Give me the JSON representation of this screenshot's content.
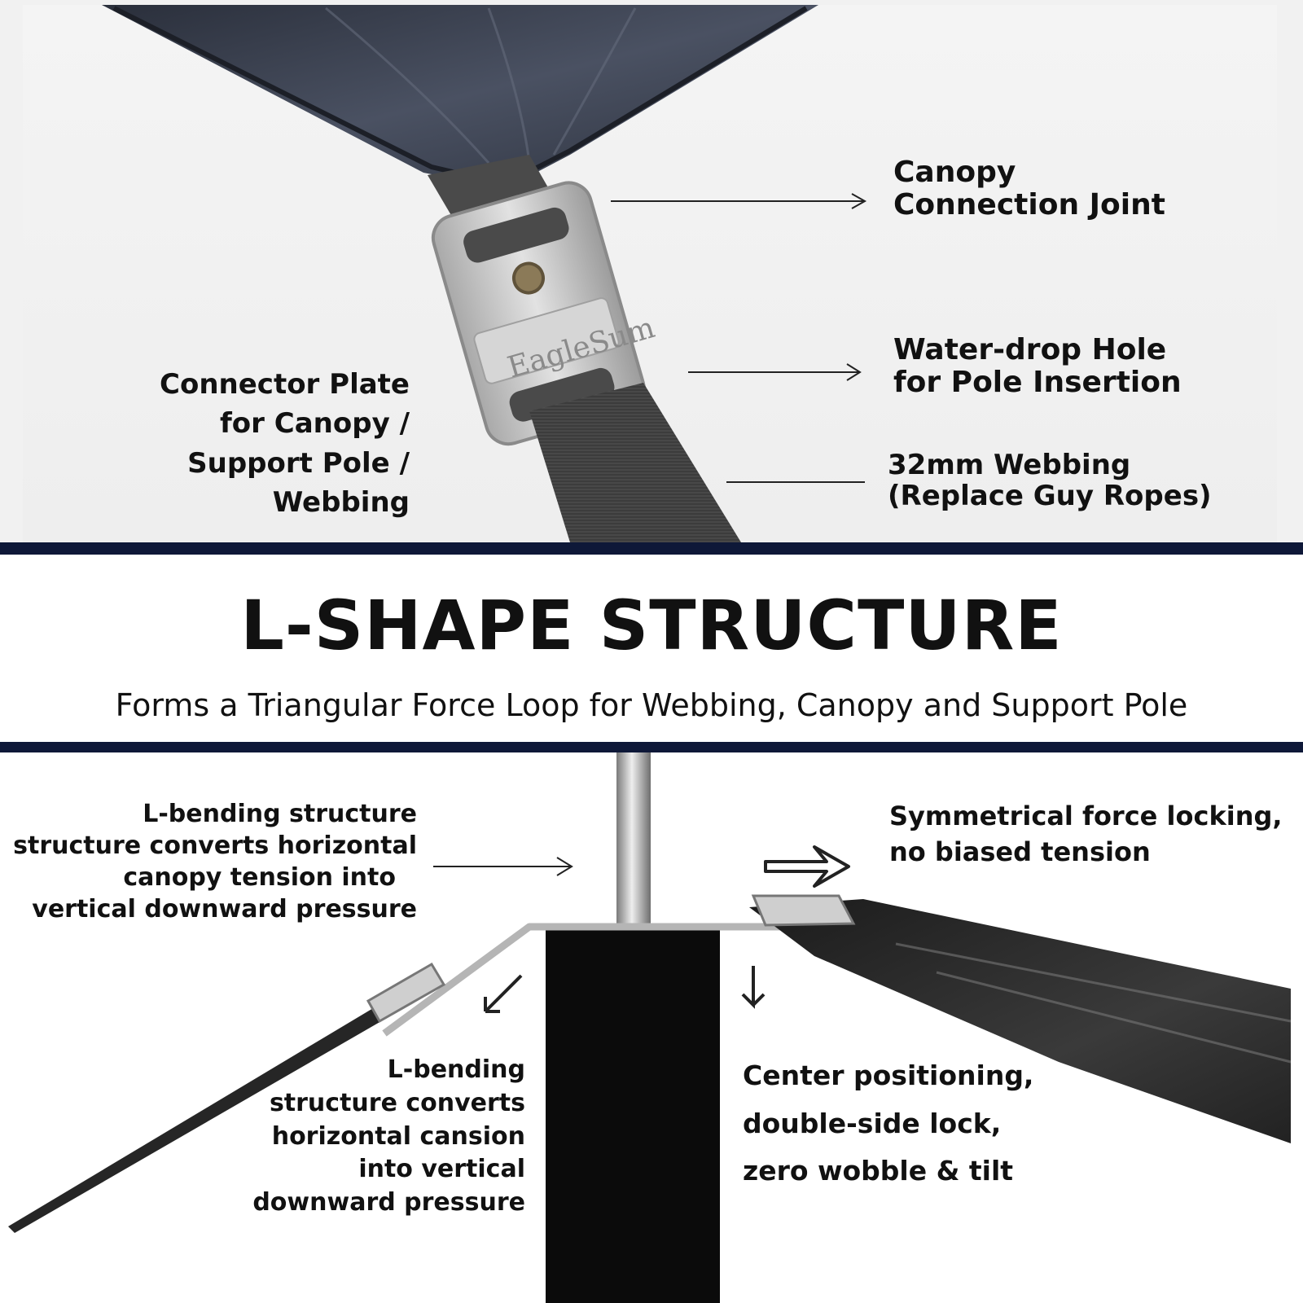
{
  "top": {
    "brand_text": "EagleSum",
    "canopy_joint": {
      "line1": "Canopy",
      "line2": "Connection Joint"
    },
    "water_drop": {
      "line1": "Water-drop Hole",
      "line2": "for Pole Insertion"
    },
    "webbing": {
      "line1": "32mm Webbing",
      "line2": "(Replace Guy Ropes)"
    },
    "connector_plate": {
      "line1": "Connector Plate",
      "line2": "for Canopy /",
      "line3": "Support Pole /",
      "line4": "Webbing"
    }
  },
  "middle": {
    "title": "L-SHAPE STRUCTURE",
    "subtitle": "Forms a Triangular Force Loop for Webbing, Canopy and Support Pole"
  },
  "bottom": {
    "l_bending_top": {
      "line1": "L-bending structure",
      "line2": "structure converts horizontal",
      "line3": "canopy tension into",
      "line4": "vertical downward pressure"
    },
    "symmetrical": {
      "line1": "Symmetrical force locking,",
      "line2": "no biased tension"
    },
    "l_bending_bottom": {
      "line1": "L-bending",
      "line2": "structure converts",
      "line3": "horizontal cansion",
      "line4": "into vertical",
      "line5": "downward pressure"
    },
    "center": {
      "line1": "Center positioning,",
      "line2": "double-side lock,",
      "line3": "zero wobble & tilt"
    }
  },
  "colors": {
    "divider": "#0e1838",
    "webbing": "#3a3a3a",
    "canopy": "#3b4150",
    "metal": "#c9c9c9",
    "pole_base": "#0b0b0b"
  }
}
